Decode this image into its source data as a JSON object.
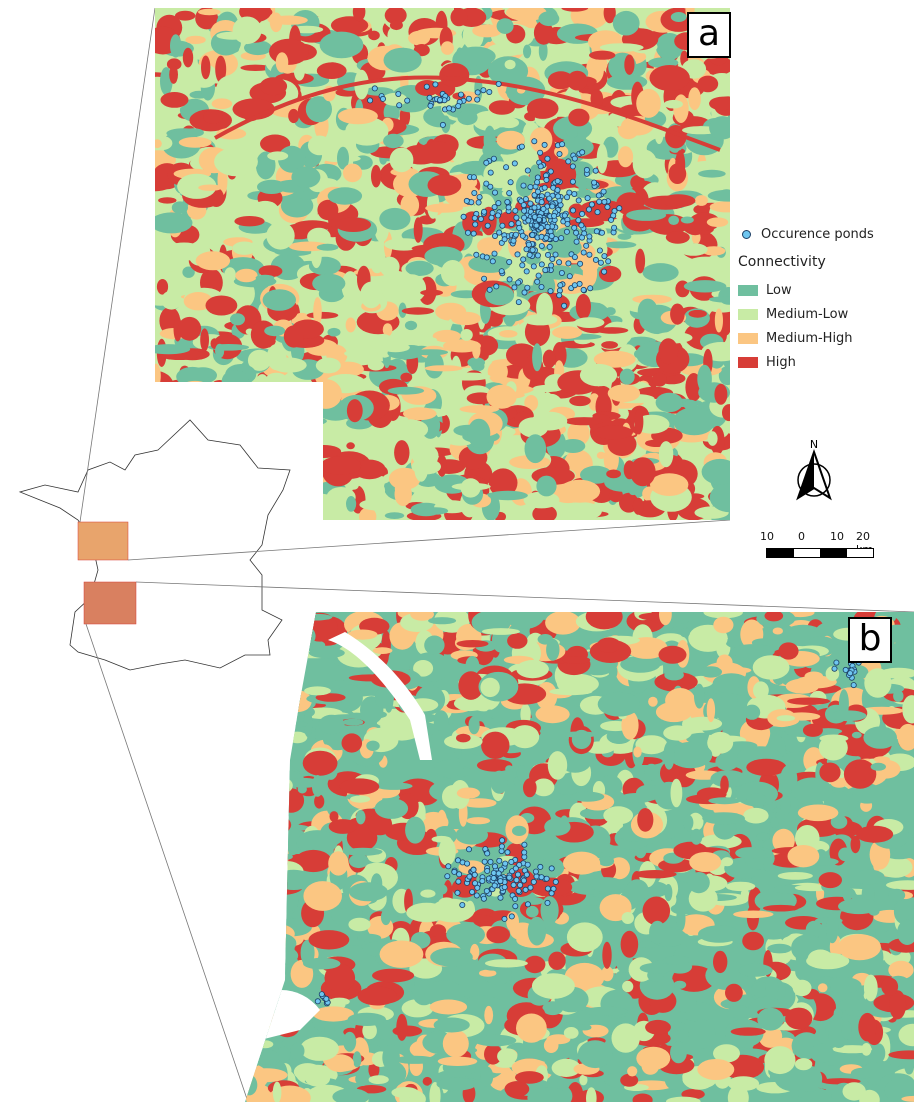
{
  "panels": {
    "a": {
      "label": "a"
    },
    "b": {
      "label": "b"
    }
  },
  "legend": {
    "points_label": "Occurence ponds",
    "connectivity_title": "Connectivity",
    "classes": [
      {
        "label": "Low",
        "color": "#6fbf9f"
      },
      {
        "label": "Medium-Low",
        "color": "#c8eba5"
      },
      {
        "label": "Medium-High",
        "color": "#fbc682"
      },
      {
        "label": "High",
        "color": "#d73d37"
      }
    ]
  },
  "north_arrow": {
    "label": "N"
  },
  "scalebar": {
    "ticks": [
      "10",
      "0",
      "10",
      "20 km"
    ]
  },
  "colors": {
    "low": "#6fbf9f",
    "medium_low": "#c8eba5",
    "medium_high": "#fbc682",
    "high": "#d73d37",
    "pond_fill": "#6ec6f0",
    "pond_stroke": "#1c3f66",
    "water": "#ffffff",
    "outline": "#333333"
  }
}
